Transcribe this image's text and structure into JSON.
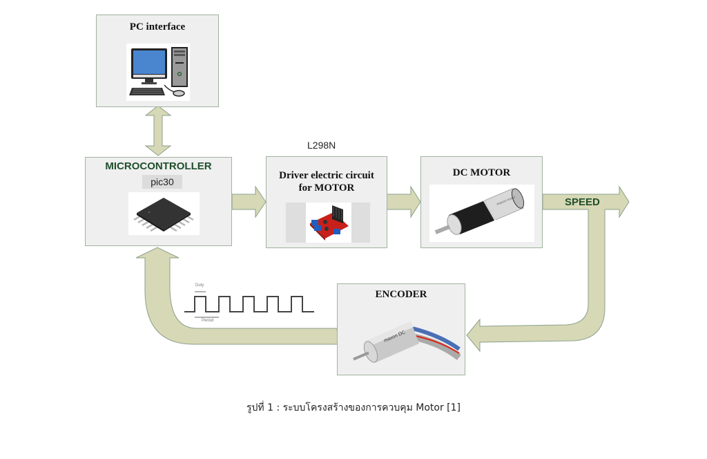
{
  "diagram": {
    "colors": {
      "arrow_fill": "#d7d8b6",
      "arrow_stroke": "#8aa08a",
      "box_fill": "#efefef",
      "box_border": "#9fb39f",
      "green_text": "#1f4e2a"
    },
    "blocks": {
      "pc": {
        "title": "PC interface",
        "icon": "desktop-computer-icon"
      },
      "mcu": {
        "title": "MICROCONTROLLER",
        "subtitle": "pic30",
        "icon": "ic-chip-icon"
      },
      "driver": {
        "top_label": "L298N",
        "title_line1": "Driver  electric circuit",
        "title_line2": "for MOTOR",
        "icon": "motor-driver-board-icon"
      },
      "motor": {
        "title": "DC MOTOR",
        "icon": "dc-gear-motor-icon"
      },
      "encoder": {
        "title": "ENCODER",
        "icon": "encoder-motor-icon"
      }
    },
    "arrows": {
      "speed_label": "SPEED"
    },
    "pwm_signal": {
      "duty_label": "Duty",
      "period_label": "Period",
      "pulses": 5
    },
    "caption": "รูปที่ 1 : ระบบโครงสร้างของการควบคุม Motor [1]"
  }
}
